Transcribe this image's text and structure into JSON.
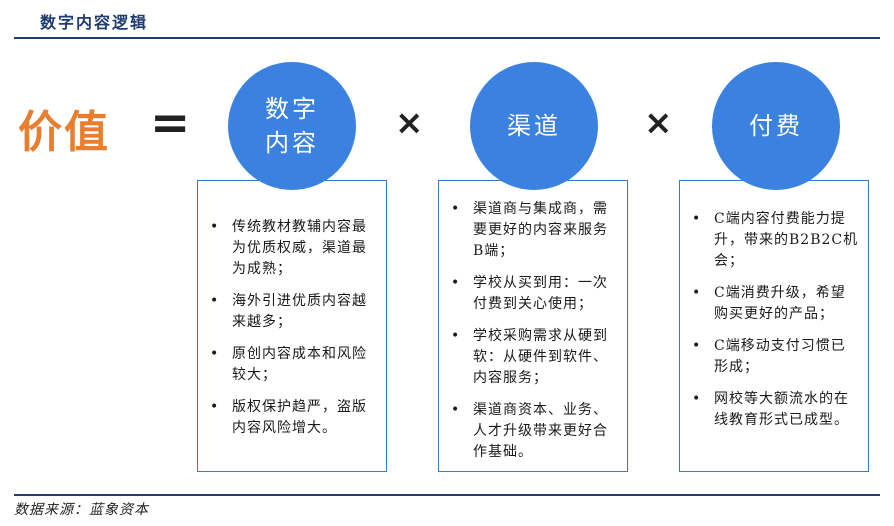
{
  "header": {
    "title": "数字内容逻辑"
  },
  "equation": {
    "value_label": "价值",
    "equals": "=",
    "times": [
      "×",
      "×"
    ]
  },
  "factors": [
    {
      "title_lines": [
        "数字",
        "内容"
      ],
      "bullets": [
        "传统教材教辅内容最为优质权威，渠道最为成熟；",
        "海外引进优质内容越来越多；",
        "原创内容成本和风险较大；",
        "版权保护趋严，盗版内容风险增大。"
      ]
    },
    {
      "title_lines": [
        "渠道"
      ],
      "bullets": [
        "渠道商与集成商，需要更好的内容来服务B端；",
        "学校从买到用：一次付费到关心使用；",
        "学校采购需求从硬到软：从硬件到软件、内容服务；",
        "渠道商资本、业务、人才升级带来更好合作基础。"
      ]
    },
    {
      "title_lines": [
        "付费"
      ],
      "bullets": [
        "C端内容付费能力提升，带来的B2B2C机会；",
        "C端消费升级，希望购买更好的产品；",
        "C端移动支付习惯已形成；",
        "网校等大额流水的在线教育形式已成型。"
      ]
    }
  ],
  "footer": {
    "source": "数据来源：蓝象资本"
  },
  "colors": {
    "header": "#1f3d73",
    "value_label": "#e87e2e",
    "circle": "#3b82e0",
    "box_border": "#3f78c2"
  }
}
